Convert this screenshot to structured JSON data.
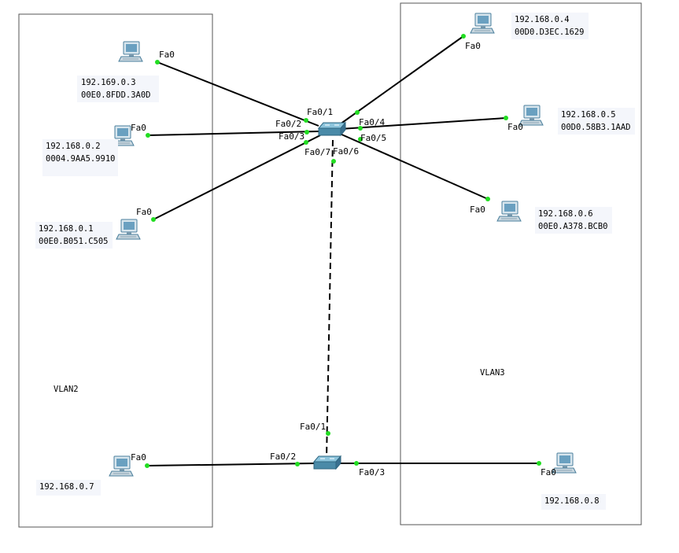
{
  "vlans": [
    {
      "id": "vlan2",
      "label": "VLAN2"
    },
    {
      "id": "vlan3",
      "label": "VLAN3"
    }
  ],
  "pcs": [
    {
      "id": "pc3",
      "ip": "192.169.0.3",
      "mac": "00E0.8FDD.3A0D",
      "port": "Fa0"
    },
    {
      "id": "pc2",
      "ip": "192.168.0.2",
      "mac": "0004.9AA5.9910",
      "port": "Fa0"
    },
    {
      "id": "pc1",
      "ip": "192.168.0.1",
      "mac": "00E0.B051.C505",
      "port": "Fa0"
    },
    {
      "id": "pc7",
      "ip": "192.168.0.7",
      "mac": "",
      "port": "Fa0"
    },
    {
      "id": "pc4",
      "ip": "192.168.0.4",
      "mac": "00D0.D3EC.1629",
      "port": "Fa0"
    },
    {
      "id": "pc5",
      "ip": "192.168.0.5",
      "mac": "00D0.58B3.1AAD",
      "port": "Fa0"
    },
    {
      "id": "pc6",
      "ip": "192.168.0.6",
      "mac": "00E0.A378.BCB0",
      "port": "Fa0"
    },
    {
      "id": "pc8",
      "ip": "192.168.0.8",
      "mac": "",
      "port": "Fa0"
    }
  ],
  "switches": [
    {
      "id": "sw1",
      "ports": [
        "Fa0/1",
        "Fa0/2",
        "Fa0/3",
        "Fa0/4",
        "Fa0/5",
        "Fa0/6",
        "Fa0/7"
      ]
    },
    {
      "id": "sw2",
      "ports": [
        "Fa0/1",
        "Fa0/2",
        "Fa0/3"
      ]
    }
  ],
  "links": [
    {
      "from": "pc3",
      "to": "sw1",
      "port": "Fa0/1",
      "style": "solid"
    },
    {
      "from": "pc2",
      "to": "sw1",
      "port": "Fa0/2",
      "style": "solid"
    },
    {
      "from": "pc1",
      "to": "sw1",
      "port": "Fa0/3",
      "style": "solid"
    },
    {
      "from": "pc4",
      "to": "sw1",
      "port": "Fa0/4",
      "style": "solid"
    },
    {
      "from": "pc5",
      "to": "sw1",
      "port": "Fa0/5",
      "style": "solid"
    },
    {
      "from": "pc6",
      "to": "sw1",
      "port": "Fa0/6",
      "style": "solid"
    },
    {
      "from": "sw1",
      "to": "sw2",
      "port": "Fa0/7",
      "style": "dashed"
    },
    {
      "from": "pc7",
      "to": "sw2",
      "port": "Fa0/2",
      "style": "solid"
    },
    {
      "from": "pc8",
      "to": "sw2",
      "port": "Fa0/3",
      "style": "solid"
    }
  ],
  "colors": {
    "line": "#000000",
    "port_dot": "#22dd22",
    "switch": "#4a8aa8",
    "pc": "#6aa0c0",
    "zone_border": "#555555",
    "label_bg": "#f4f6fb"
  }
}
